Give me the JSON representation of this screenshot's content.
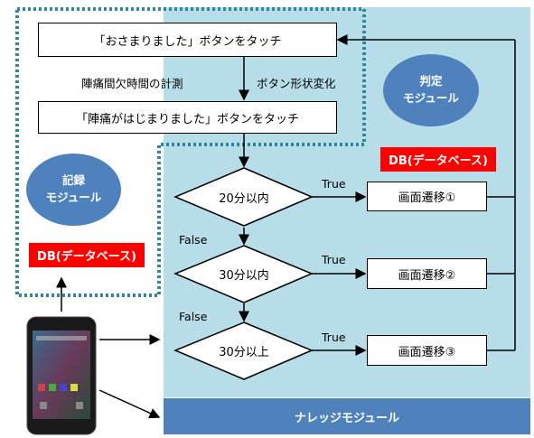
{
  "steps": {
    "settled_button": "「おさまりました」ボタンをタッチ",
    "started_button": "「陣痛がはじまりました」ボタンをタッチ",
    "interval_measure": "陣痛間欠時間の計測",
    "button_shape_change": "ボタン形状変化"
  },
  "modules": {
    "judge_line1": "判定",
    "judge_line2": "モジュール",
    "record_line1": "記録",
    "record_line2": "モジュール",
    "knowledge": "ナレッジモジュール"
  },
  "db_labels": {
    "judge_db": "DB(データベース)",
    "record_db": "DB(データベース)"
  },
  "decisions": [
    {
      "condition": "20分以内",
      "true_label": "True",
      "result": "画面遷移①"
    },
    {
      "condition": "30分以内",
      "true_label": "True",
      "result": "画面遷移②"
    },
    {
      "condition": "30分以上",
      "true_label": "True",
      "result": "画面遷移③"
    }
  ],
  "false_labels": [
    "False",
    "False"
  ],
  "colors": {
    "judge_panel": "#b7dde8",
    "module_blue": "#4f81bd",
    "db_red": "#ff0000",
    "record_border": "#31859c"
  },
  "icons": {
    "smartphone": "smartphone-icon"
  }
}
